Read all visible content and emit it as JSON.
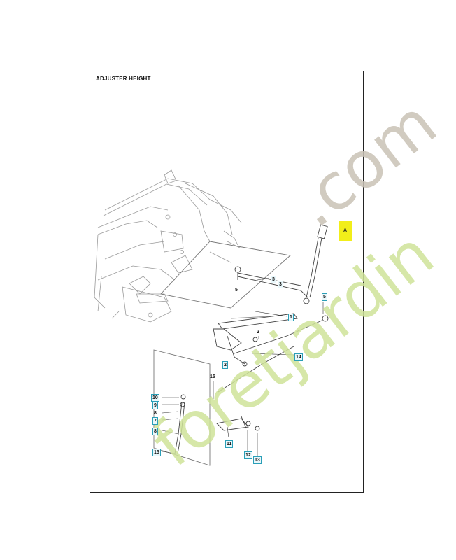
{
  "title": "ADJUSTER HEIGHT",
  "watermark": "foretjardin.com",
  "colors": {
    "watermark_green": "#cfe39a",
    "watermark_gray": "#c9c2b6",
    "callout_border": "#2a9fb8",
    "highlight": "#f2ee1a"
  },
  "highlight_label": "A",
  "callouts": {
    "c1": "1",
    "c2": "2",
    "c2b": "2",
    "c3": "3",
    "c3b": "3",
    "c5": "5",
    "c5b": "5",
    "c7": "7",
    "c8": "8",
    "c9": "9",
    "c10": "10",
    "c11": "11",
    "c12": "12",
    "c13": "13",
    "c14": "14",
    "c15": "15",
    "c15b": "15"
  }
}
